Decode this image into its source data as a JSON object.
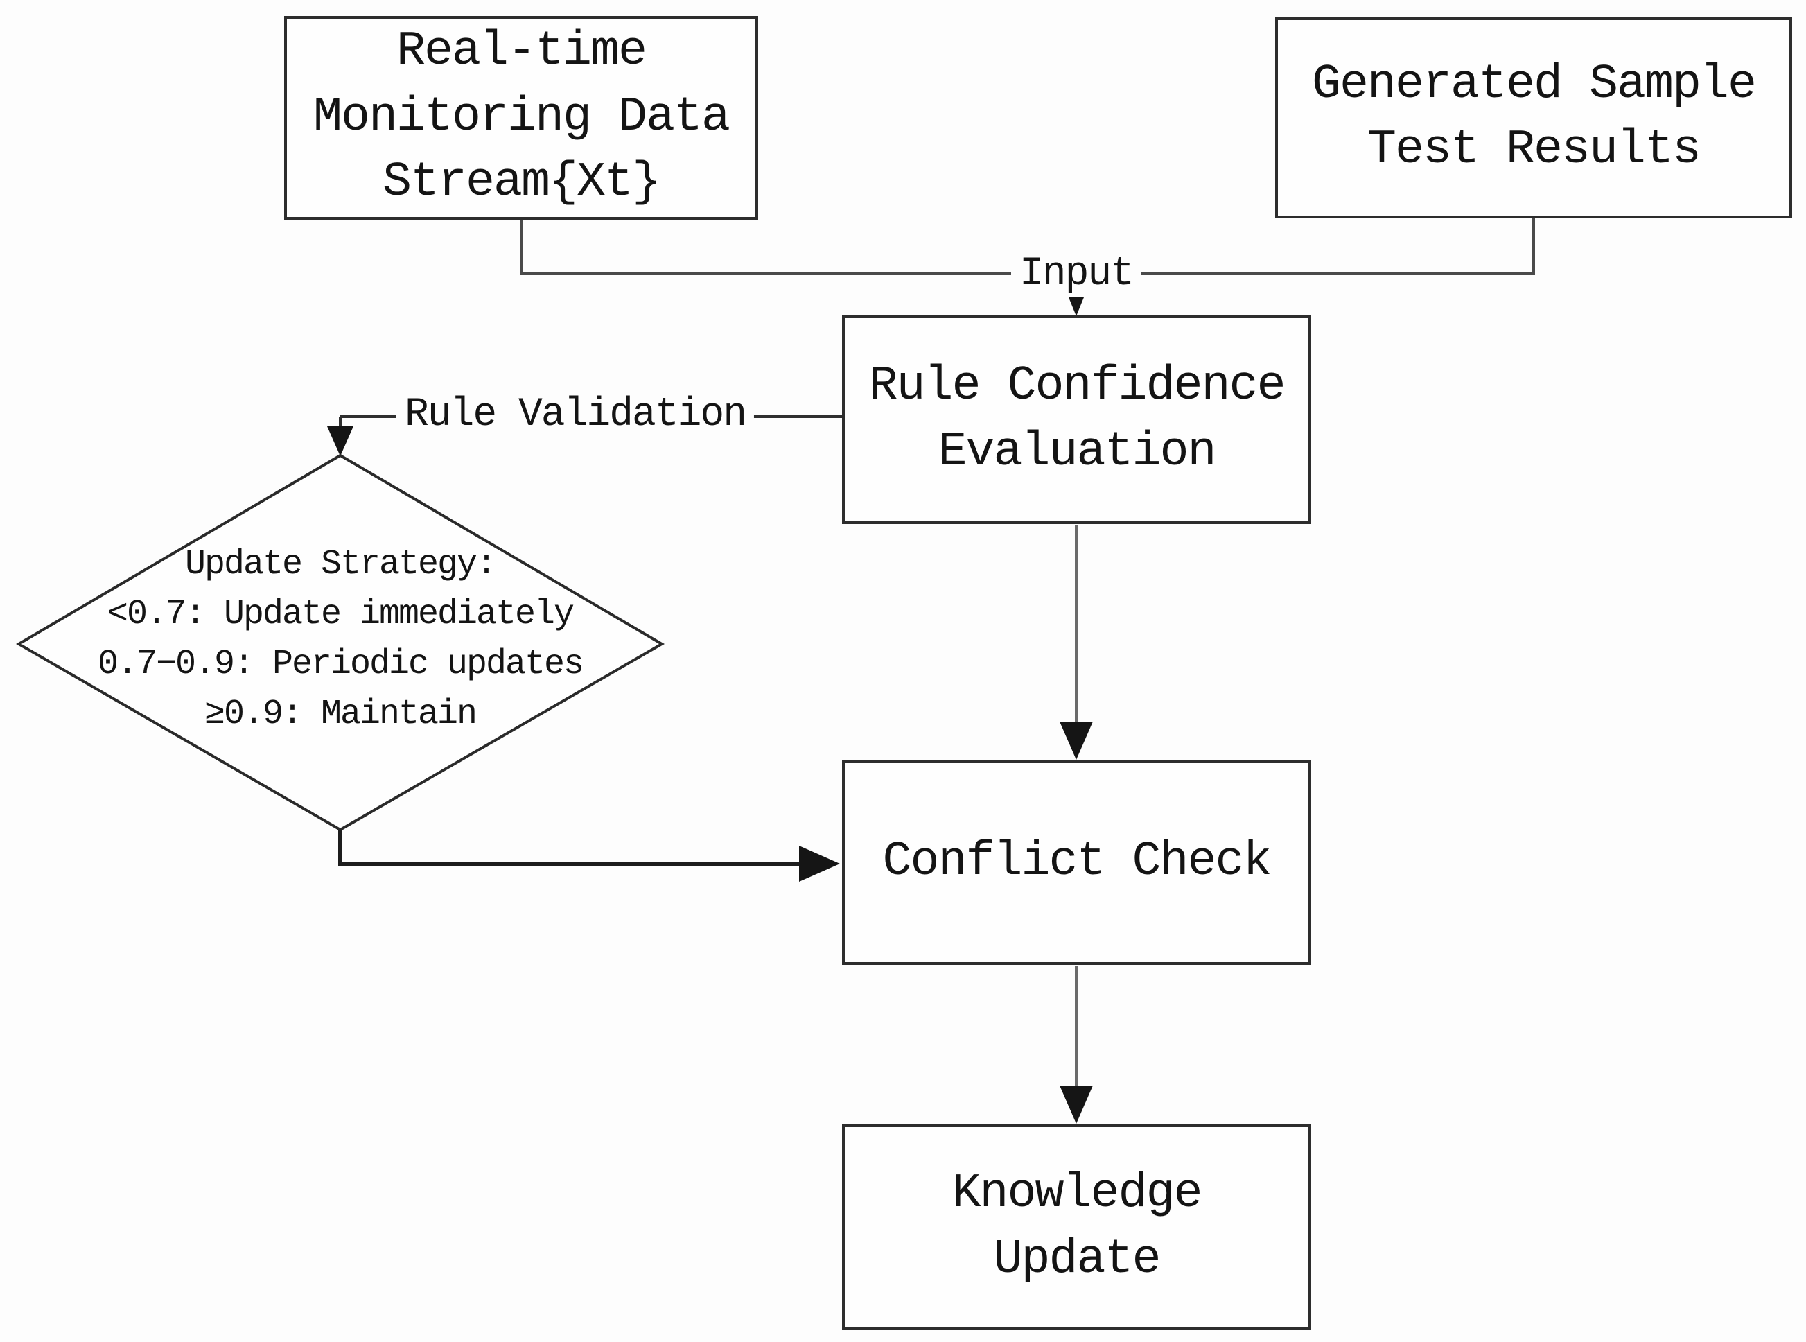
{
  "title": "Knowledge update flowchart",
  "colors": {
    "background": "#fdfdfd",
    "line": "#4a4a4a",
    "line_light": "#6a6a6a",
    "line_bold": "#1d1d1d",
    "box_border": "#2d2d2d",
    "text": "#141414",
    "arrowhead": "#151515"
  },
  "nodes": {
    "realtime_stream": {
      "text": "Real-time\nMonitoring Data\nStream{Xt}"
    },
    "generated_sample": {
      "text": "Generated Sample\nTest Results"
    },
    "rule_confidence": {
      "text": "Rule Confidence\nEvaluation"
    },
    "conflict_check": {
      "text": "Conflict Check"
    },
    "knowledge_update": {
      "text": "Knowledge\nUpdate"
    },
    "update_strategy": {
      "text": "Update Strategy:\n<0.7: Update immediately\n0.7−0.9: Periodic updates\n≥0.9: Maintain"
    }
  },
  "edge_labels": {
    "input": "Input",
    "rule_validation": "Rule Validation"
  }
}
